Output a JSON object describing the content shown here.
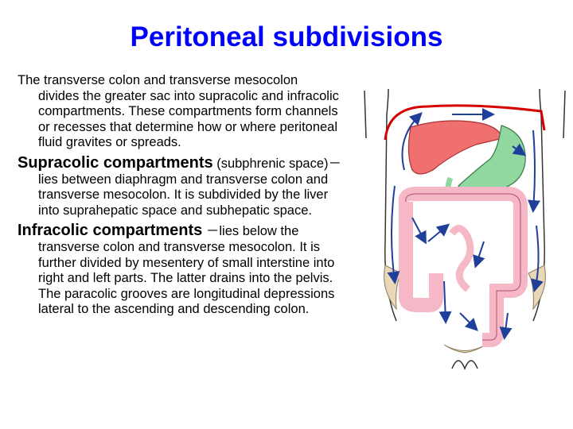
{
  "slide": {
    "title": "Peritoneal subdivisions"
  },
  "body": {
    "intro": "The transverse colon and transverse mesocolon divides the greater sac into supracolic and infracolic compartments. These compartments form channels or recesses that determine how or where peritoneal fluid gravites or spreads.",
    "supracolic": {
      "heading": "Supracolic compartments",
      "aside": " (subphrenic space)－",
      "text": "lies between diaphragm and transverse colon and transverse mesocolon. It is subdivided by the liver into suprahepatic space and subhepatic space."
    },
    "infracolic": {
      "heading": "Infracolic compartments",
      "aside": " －",
      "text": "lies below the transverse colon and transverse mesocolon. It is further divided by mesentery of small interstine into right and left parts. The latter drains into the pelvis. The paracolic grooves are longitudinal depressions lateral to the ascending and descending colon."
    }
  },
  "figure": {
    "icons": [
      "torso-outline-icon",
      "liver-icon",
      "stomach-icon",
      "colon-icon",
      "flow-arrow-icon",
      "diaphragm-line-icon"
    ],
    "colors": {
      "liver": "#f07070",
      "stomach": "#90d8a0",
      "colon": "#f6b8c6",
      "arrows": "#1f3f9a",
      "diaphragm": "#d40000",
      "bone": "#e8d8b8"
    }
  }
}
